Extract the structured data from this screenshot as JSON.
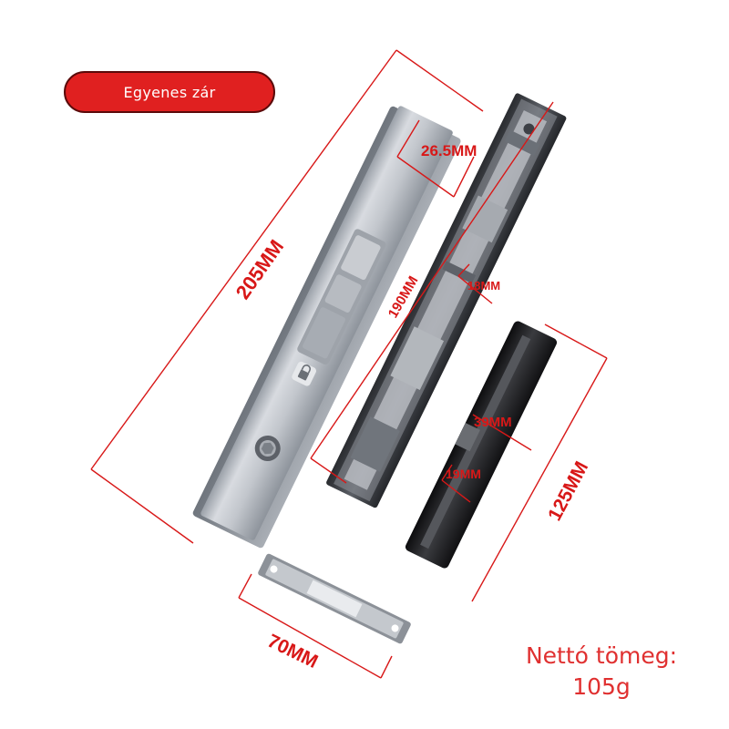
{
  "badge": {
    "label": "Egyenes zár",
    "background": "#e02020"
  },
  "dimensions": {
    "lock_length": "205MM",
    "lock_width": "26.5MM",
    "inner_length": "190MM",
    "inner_width": "18MM",
    "keeper_length": "125MM",
    "keeper_depth": "39MM",
    "keeper_width": "19MM",
    "strike_length": "70MM",
    "color": "#d81818"
  },
  "net_weight": {
    "label": "Nettó tömeg:",
    "value": "105g",
    "color": "#e03030"
  }
}
